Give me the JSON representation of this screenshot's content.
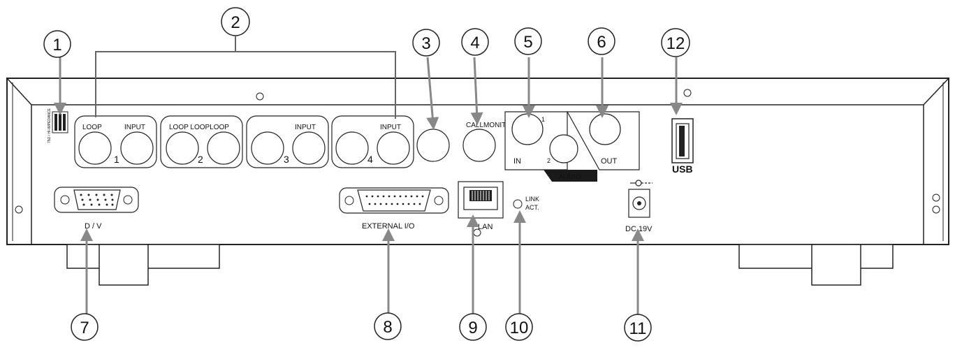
{
  "panel": {
    "labels": {
      "ch1_loop": "LOOP",
      "ch1_input": "INPUT",
      "ch1_num": "1",
      "ch2_loop": "LOOP LOOPLOOP",
      "ch2_num": "2",
      "ch3_input": "INPUT",
      "ch3_num": "3",
      "ch4_input": "INPUT",
      "ch4_num": "4",
      "call_monitor": "CALLMONITOR",
      "audio_in_1": "1",
      "audio_in_2": "2",
      "audio_in": "IN",
      "audio_out": "OUT",
      "audio": "AUDIO",
      "usb": "USB",
      "vga": "D / V",
      "external_io": "EXTERNAL I/O",
      "lan": "LAN",
      "link": "LINK",
      "act": "ACT.",
      "dc": "DC 19V",
      "impedance": "75Ω / HI-IMPEDANCE"
    }
  },
  "callouts": [
    "1",
    "2",
    "3",
    "4",
    "5",
    "6",
    "12",
    "7",
    "8",
    "9",
    "10",
    "11"
  ],
  "colors": {
    "line": "#222222",
    "arrow": "#888888",
    "panel_fill": "#ffffff",
    "audio_band": "#1a1a1a"
  }
}
